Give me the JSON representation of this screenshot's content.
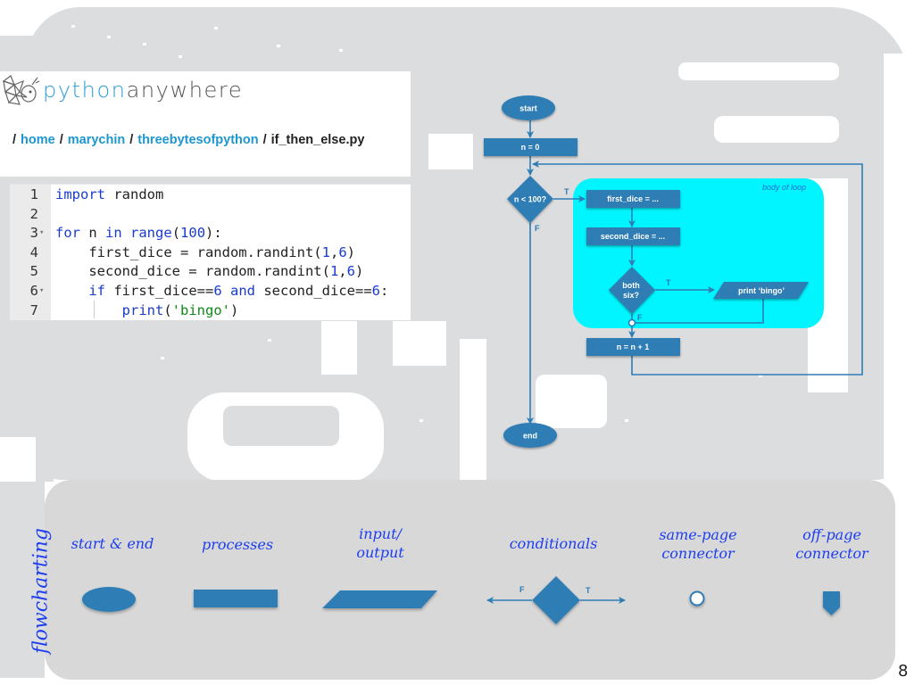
{
  "slide": {
    "page_number": "8",
    "background_color": "#ffffff"
  },
  "pythonanywhere": {
    "brand_prefix": "python",
    "brand_suffix": "anywhere",
    "logo_icon": "geometric-snake-logo-icon",
    "breadcrumb": [
      {
        "label": "home",
        "is_link": true
      },
      {
        "label": "marychin",
        "is_link": true
      },
      {
        "label": "threebytesofpython",
        "is_link": true
      },
      {
        "label": "if_then_else.py",
        "is_link": false
      }
    ],
    "separator": "/"
  },
  "code": {
    "lines": [
      {
        "number": "1",
        "fold": "",
        "text": "import random"
      },
      {
        "number": "2",
        "fold": "",
        "text": ""
      },
      {
        "number": "3",
        "fold": "▾",
        "text": "for n in range(100):"
      },
      {
        "number": "4",
        "fold": "",
        "text": "    first_dice = random.randint(1,6)"
      },
      {
        "number": "5",
        "fold": "",
        "text": "    second_dice = random.randint(1,6)"
      },
      {
        "number": "6",
        "fold": "▾",
        "text": "    if first_dice==6 and second_dice==6:"
      },
      {
        "number": "7",
        "fold": "",
        "text": "        print('bingo')"
      }
    ]
  },
  "flowchart": {
    "colors": {
      "shape_fill": "#2e7db5",
      "line": "#2e7db5",
      "loop_body_fill": "#00f5ff",
      "label_text": "#ffffff"
    },
    "nodes": {
      "start": "start",
      "init": "n = 0",
      "loop_condition": "n < 100?",
      "first_dice": "first_dice = ...",
      "second_dice": "second_dice = ...",
      "both_six_line1": "both",
      "both_six_line2": "six?",
      "print_bingo": "print ‘bingo’",
      "increment": "n = n + 1",
      "end": "end"
    },
    "branch_true": "T",
    "branch_false": "F",
    "loop_body_label": "body of loop"
  },
  "legend": {
    "title": "flowcharting",
    "items": [
      {
        "line1": "start & end",
        "line2": "",
        "shape": "ellipse"
      },
      {
        "line1": "processes",
        "line2": "",
        "shape": "rectangle"
      },
      {
        "line1": "input/",
        "line2": "output",
        "shape": "parallelogram"
      },
      {
        "line1": "conditionals",
        "line2": "",
        "shape": "diamond"
      },
      {
        "line1": "same-page",
        "line2": "connector",
        "shape": "circle"
      },
      {
        "line1": "off-page",
        "line2": "connector",
        "shape": "pentagon"
      }
    ],
    "conditional_false": "F",
    "conditional_true": "T"
  }
}
